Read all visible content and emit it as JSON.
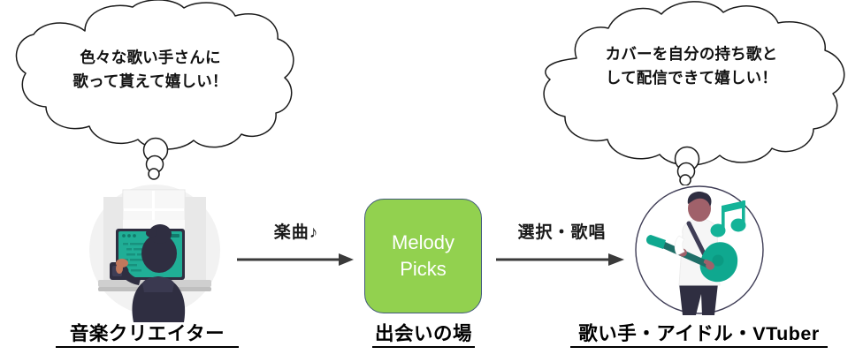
{
  "diagram": {
    "title": "Melody Picks service flow",
    "background_color": "#FFFFFF"
  },
  "thought_bubbles": [
    {
      "id": "creator-thought",
      "text": "色々な歌い手さんに\n歌って貰えて嬉しい！",
      "stroke_color": "#1A1A1A",
      "fill_color": "#FFFFFF"
    },
    {
      "id": "singer-thought",
      "text": "カバーを自分の持ち歌と\nして配信できて嬉しい！",
      "stroke_color": "#1A1A1A",
      "fill_color": "#FFFFFF"
    }
  ],
  "nodes": {
    "left": {
      "caption": "音楽クリエイター",
      "illustration": "music-creator-at-desk-illustration",
      "circle_fill": "#F2F2F2"
    },
    "center": {
      "label_line1": "Melody",
      "label_line2": "Picks",
      "caption": "出会いの場",
      "fill_color": "#92D14F",
      "border_color": "#41597A",
      "text_color": "#FFFFFF"
    },
    "right": {
      "caption": "歌い手・アイドル・VTuber",
      "illustration": "singer-with-guitar-illustration",
      "circle_stroke": "#3F3D56"
    }
  },
  "arrows": [
    {
      "id": "left-arrow",
      "label": "楽曲♪",
      "direction": "right",
      "color": "#3A3A3A"
    },
    {
      "id": "right-arrow",
      "label": "選択・歌唱",
      "direction": "right",
      "color": "#3A3A3A"
    }
  ],
  "palette": {
    "teal": "#20AE96",
    "dark_navy": "#2F2E41",
    "green": "#92D14F",
    "light_gray": "#F2F2F2",
    "outline": "#3F3D56"
  }
}
